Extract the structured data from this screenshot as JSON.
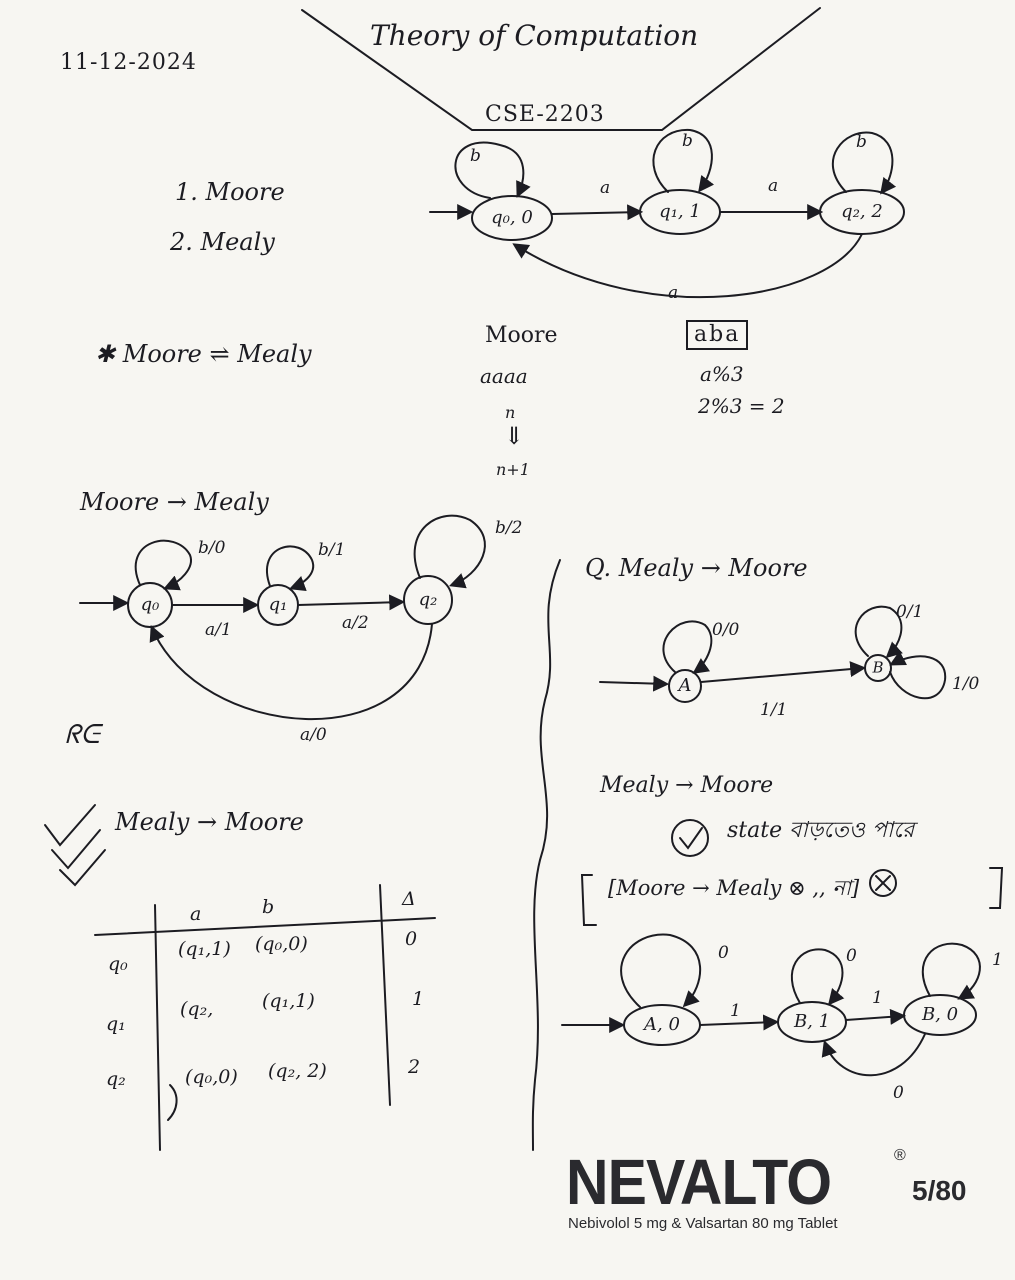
{
  "header": {
    "date": "11-12-2024",
    "title": "Theory of Computation",
    "course": "CSE-2203"
  },
  "topics": [
    "1. Moore",
    "2. Mealy"
  ],
  "equivalence": "✱ Moore ⇌ Mealy",
  "moore_example": {
    "label": "Moore",
    "input": "aaaa",
    "n": "n",
    "arrow": "⇓",
    "n_plus_1": "n+1",
    "boxed_input": "aba",
    "mod_line1": "a%3",
    "mod_line2": "2%3 = 2",
    "diagram": {
      "states": [
        "q₀, 0",
        "q₁, 1",
        "q₂, 2"
      ],
      "self_loops": [
        "b",
        "b",
        "b"
      ],
      "edges": [
        "a",
        "a",
        "a"
      ]
    }
  },
  "moore_to_mealy": {
    "heading": "Moore → Mealy",
    "states": [
      "q₀",
      "q₁",
      "q₂"
    ],
    "self_loops": [
      "b/0",
      "b/1",
      "b/2"
    ],
    "edges": [
      "a/1",
      "a/2",
      "a/0"
    ],
    "sign": "ᖇᕮ"
  },
  "mealy_to_moore_table": {
    "heading": "Mealy → Moore",
    "columns": [
      "a",
      "b",
      "Δ"
    ],
    "rows": [
      {
        "state": "q₀",
        "a": "(q₁,1)",
        "b": "(q₀,0)",
        "out": "0"
      },
      {
        "state": "q₁",
        "a": "(q₂,",
        "b": "(q₁,1)",
        "out": "1"
      },
      {
        "state": "q₂",
        "a": "(q₀,0)",
        "b": "(q₂, 2)",
        "out": "2"
      }
    ]
  },
  "question": {
    "heading": "Q. Mealy → Moore",
    "mealy_diagram": {
      "states": [
        "A",
        "B"
      ],
      "loops": [
        "0/0",
        "0/1",
        "1/0"
      ],
      "edge": "1/1"
    },
    "note1": "Mealy → Moore",
    "note2": "state বাড়তেও পারে",
    "note3": "[Moore → Mealy  ⊗  ,, না]",
    "moore_diagram": {
      "states": [
        "A, 0",
        "B, 1",
        "B, 0"
      ],
      "loops": [
        "0",
        "0",
        "1"
      ],
      "edges": [
        "1",
        "1",
        "0"
      ]
    }
  },
  "brand": {
    "name": "NEVALTO",
    "registered": "®",
    "dose": "5/80",
    "subtitle": "Nebivolol 5 mg & Valsartan 80 mg Tablet"
  }
}
